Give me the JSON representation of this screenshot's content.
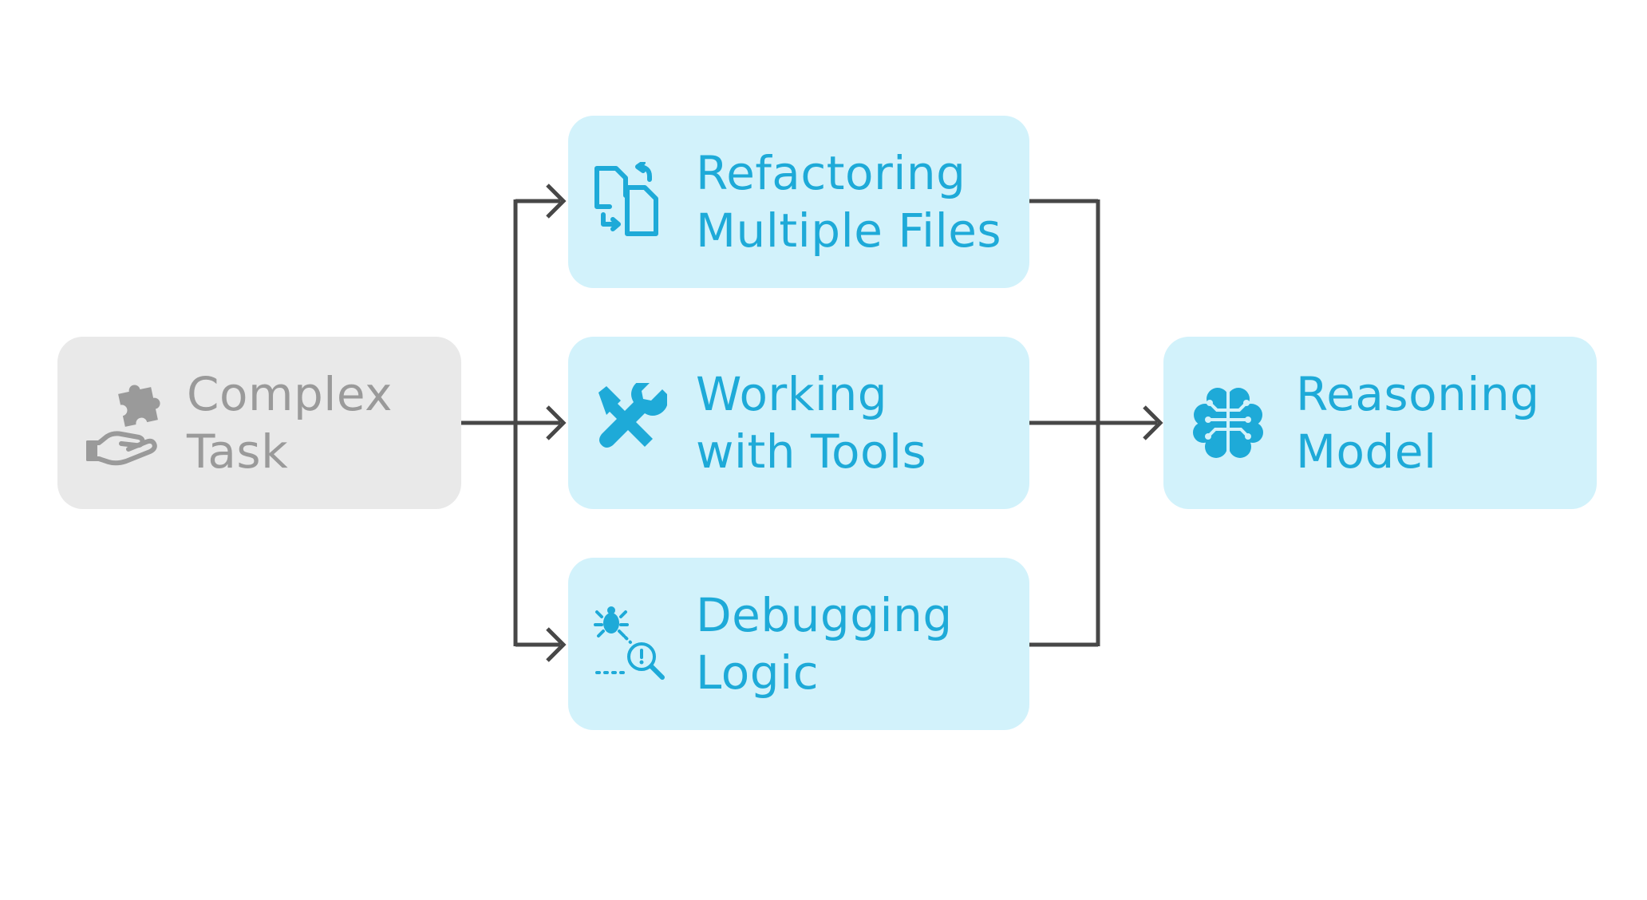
{
  "diagram": {
    "colors": {
      "accent": "#1eaad8",
      "node_fill": "#d2f2fb",
      "muted_text": "#9a9a9a",
      "muted_fill": "#e9e9e9",
      "connector": "#474747"
    },
    "nodes": {
      "complex_task": {
        "icon": "puzzle-hand-icon",
        "line1": "Complex",
        "line2": "Task"
      },
      "refactoring": {
        "icon": "file-swap-icon",
        "line1": "Refactoring",
        "line2": "Multiple Files"
      },
      "tools": {
        "icon": "tools-icon",
        "line1": "Working",
        "line2": "with Tools"
      },
      "debugging": {
        "icon": "bug-search-icon",
        "line1": "Debugging",
        "line2": "Logic"
      },
      "model": {
        "icon": "brain-icon",
        "line1": "Reasoning",
        "line2": "Model"
      }
    },
    "edges": [
      {
        "from": "complex_task",
        "to": "refactoring"
      },
      {
        "from": "complex_task",
        "to": "tools"
      },
      {
        "from": "complex_task",
        "to": "debugging"
      },
      {
        "from": "refactoring",
        "to": "model"
      },
      {
        "from": "tools",
        "to": "model"
      },
      {
        "from": "debugging",
        "to": "model"
      }
    ]
  }
}
